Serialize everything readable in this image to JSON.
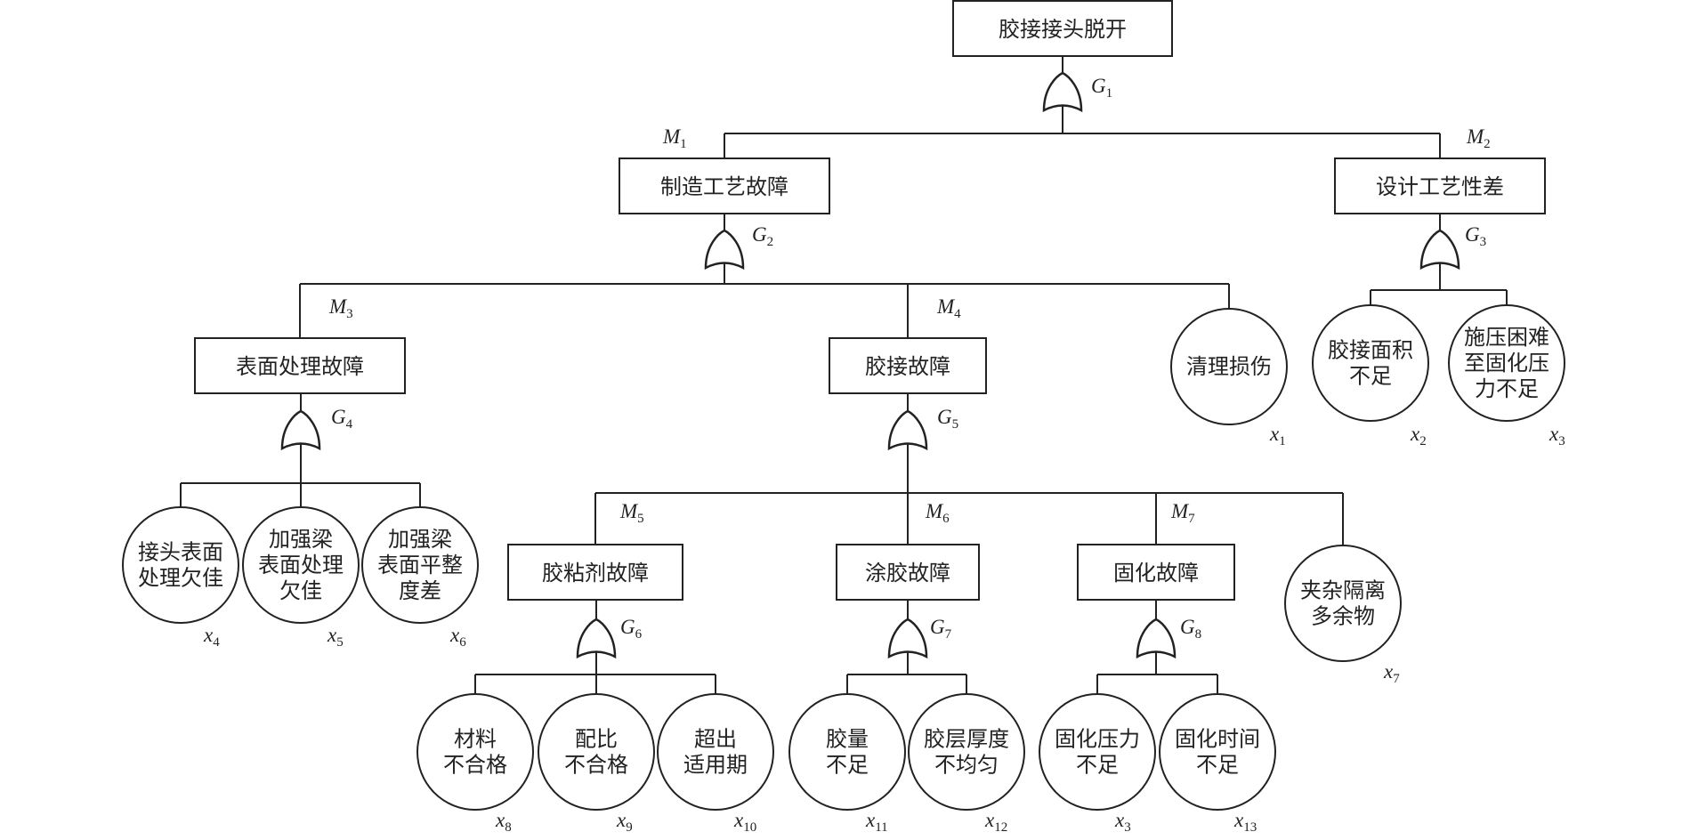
{
  "top_event": {
    "id": "T",
    "label": "胶接接头脱开"
  },
  "gates": [
    {
      "id": "G1",
      "letter": "G",
      "sub": "1",
      "type": "or"
    },
    {
      "id": "G2",
      "letter": "G",
      "sub": "2",
      "type": "or"
    },
    {
      "id": "G3",
      "letter": "G",
      "sub": "3",
      "type": "or"
    },
    {
      "id": "G4",
      "letter": "G",
      "sub": "4",
      "type": "or"
    },
    {
      "id": "G5",
      "letter": "G",
      "sub": "5",
      "type": "or"
    },
    {
      "id": "G6",
      "letter": "G",
      "sub": "6",
      "type": "or"
    },
    {
      "id": "G7",
      "letter": "G",
      "sub": "7",
      "type": "or"
    },
    {
      "id": "G8",
      "letter": "G",
      "sub": "8",
      "type": "or"
    }
  ],
  "intermediate_events": [
    {
      "id": "M1",
      "letter": "M",
      "sub": "1",
      "label": "制造工艺故障"
    },
    {
      "id": "M2",
      "letter": "M",
      "sub": "2",
      "label": "设计工艺性差"
    },
    {
      "id": "M3",
      "letter": "M",
      "sub": "3",
      "label": "表面处理故障"
    },
    {
      "id": "M4",
      "letter": "M",
      "sub": "4",
      "label": "胶接故障"
    },
    {
      "id": "M5",
      "letter": "M",
      "sub": "5",
      "label": "胶粘剂故障"
    },
    {
      "id": "M6",
      "letter": "M",
      "sub": "6",
      "label": "涂胶故障"
    },
    {
      "id": "M7",
      "letter": "M",
      "sub": "7",
      "label": "固化故障"
    }
  ],
  "basic_events": [
    {
      "id": "b1",
      "letter": "x",
      "sub": "1",
      "lines": [
        "清理损伤"
      ]
    },
    {
      "id": "b2",
      "letter": "x",
      "sub": "2",
      "lines": [
        "胶接面积",
        "不足"
      ]
    },
    {
      "id": "b3",
      "letter": "x",
      "sub": "3",
      "lines": [
        "施压困难",
        "至固化压",
        "力不足"
      ]
    },
    {
      "id": "b4",
      "letter": "x",
      "sub": "4",
      "lines": [
        "接头表面",
        "处理欠佳"
      ]
    },
    {
      "id": "b5",
      "letter": "x",
      "sub": "5",
      "lines": [
        "加强梁",
        "表面处理",
        "欠佳"
      ]
    },
    {
      "id": "b6",
      "letter": "x",
      "sub": "6",
      "lines": [
        "加强梁",
        "表面平整",
        "度差"
      ]
    },
    {
      "id": "b7",
      "letter": "x",
      "sub": "7",
      "lines": [
        "夹杂隔离",
        "多余物"
      ]
    },
    {
      "id": "b8",
      "letter": "x",
      "sub": "8",
      "lines": [
        "材料",
        "不合格"
      ]
    },
    {
      "id": "b9",
      "letter": "x",
      "sub": "9",
      "lines": [
        "配比",
        "不合格"
      ]
    },
    {
      "id": "b10",
      "letter": "x",
      "sub": "10",
      "lines": [
        "超出",
        "适用期"
      ]
    },
    {
      "id": "b11",
      "letter": "x",
      "sub": "11",
      "lines": [
        "胶量",
        "不足"
      ]
    },
    {
      "id": "b12",
      "letter": "x",
      "sub": "12",
      "lines": [
        "胶层厚度",
        "不均匀"
      ]
    },
    {
      "id": "b13",
      "letter": "x",
      "sub": "3",
      "lines": [
        "固化压力",
        "不足"
      ]
    },
    {
      "id": "b14",
      "letter": "x",
      "sub": "13",
      "lines": [
        "固化时间",
        "不足"
      ]
    }
  ],
  "tree": [
    {
      "parent": "T",
      "gate": "G1",
      "children": [
        "M1",
        "M2"
      ]
    },
    {
      "parent": "M1",
      "gate": "G2",
      "children": [
        "M3",
        "M4",
        "b1"
      ]
    },
    {
      "parent": "M2",
      "gate": "G3",
      "children": [
        "b2",
        "b3"
      ]
    },
    {
      "parent": "M3",
      "gate": "G4",
      "children": [
        "b4",
        "b5",
        "b6"
      ]
    },
    {
      "parent": "M4",
      "gate": "G5",
      "children": [
        "M5",
        "M6",
        "M7",
        "b7"
      ]
    },
    {
      "parent": "M5",
      "gate": "G6",
      "children": [
        "b8",
        "b9",
        "b10"
      ]
    },
    {
      "parent": "M6",
      "gate": "G7",
      "children": [
        "b11",
        "b12"
      ]
    },
    {
      "parent": "M7",
      "gate": "G8",
      "children": [
        "b13",
        "b14"
      ]
    }
  ],
  "colors": {
    "stroke": "#222222",
    "fill": "#ffffff",
    "text": "#222222"
  }
}
